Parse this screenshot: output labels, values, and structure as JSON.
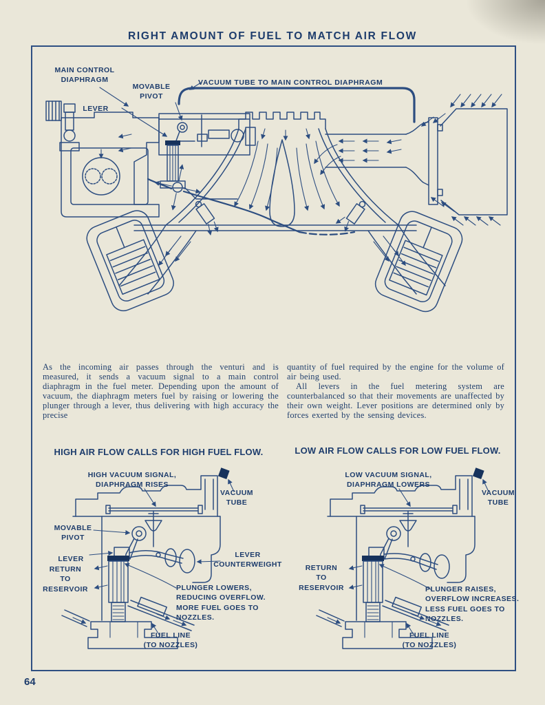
{
  "page": {
    "title": "RIGHT AMOUNT OF FUEL TO MATCH AIR FLOW",
    "page_number": "64"
  },
  "colors": {
    "paper": "#eae7d9",
    "ink_text": "#1d3c6c",
    "ink_line": "#2c4d80"
  },
  "main_diagram": {
    "label_main_control_diaphragm": "MAIN CONTROL\nDIAPHRAGM",
    "label_movable_pivot": "MOVABLE\nPIVOT",
    "label_vacuum_tube": "VACUUM TUBE TO MAIN CONTROL DIAPHRAGM",
    "label_lever": "LEVER"
  },
  "body_text": {
    "left_column": "As the incoming air passes through the venturi and is measured, it sends a vacuum signal to a main control diaphragm in the fuel meter.  Depending upon the amount of vacuum, the diaphragm meters fuel by raising or lowering the plunger through a lever, thus delivering with high accuracy the precise",
    "right_column_p1": "quantity of fuel required by the engine for the volume of air being used.",
    "right_column_p2": "All levers in the fuel metering system are counterbalanced so that their movements are unaffected by their own weight. Lever positions are determined only by forces exerted by the sensing devices."
  },
  "high_flow_diagram": {
    "heading": "HIGH AIR FLOW CALLS FOR HIGH FUEL FLOW.",
    "label_vacuum_signal": "HIGH VACUUM SIGNAL,\nDIAPHRAGM RISES",
    "label_vacuum_tube": "VACUUM\nTUBE",
    "label_movable_pivot": "MOVABLE\nPIVOT",
    "label_lever": "LEVER",
    "label_return": "RETURN\nTO\nRESERVOIR",
    "label_counterweight": "LEVER\nCOUNTERWEIGHT",
    "label_plunger": "PLUNGER LOWERS,\nREDUCING OVERFLOW.\nMORE FUEL GOES TO\nNOZZLES.",
    "label_fuel_line": "FUEL LINE\n(TO NOZZLES)"
  },
  "low_flow_diagram": {
    "heading": "LOW AIR FLOW CALLS FOR LOW FUEL FLOW.",
    "label_vacuum_signal": "LOW VACUUM SIGNAL,\nDIAPHRAGM LOWERS",
    "label_vacuum_tube": "VACUUM\nTUBE",
    "label_return": "RETURN\nTO\nRESERVOIR",
    "label_plunger": "PLUNGER RAISES,\nOVERFLOW INCREASES.\nLESS FUEL GOES TO\nNOZZLES.",
    "label_fuel_line": "FUEL LINE\n(TO NOZZLES)"
  }
}
